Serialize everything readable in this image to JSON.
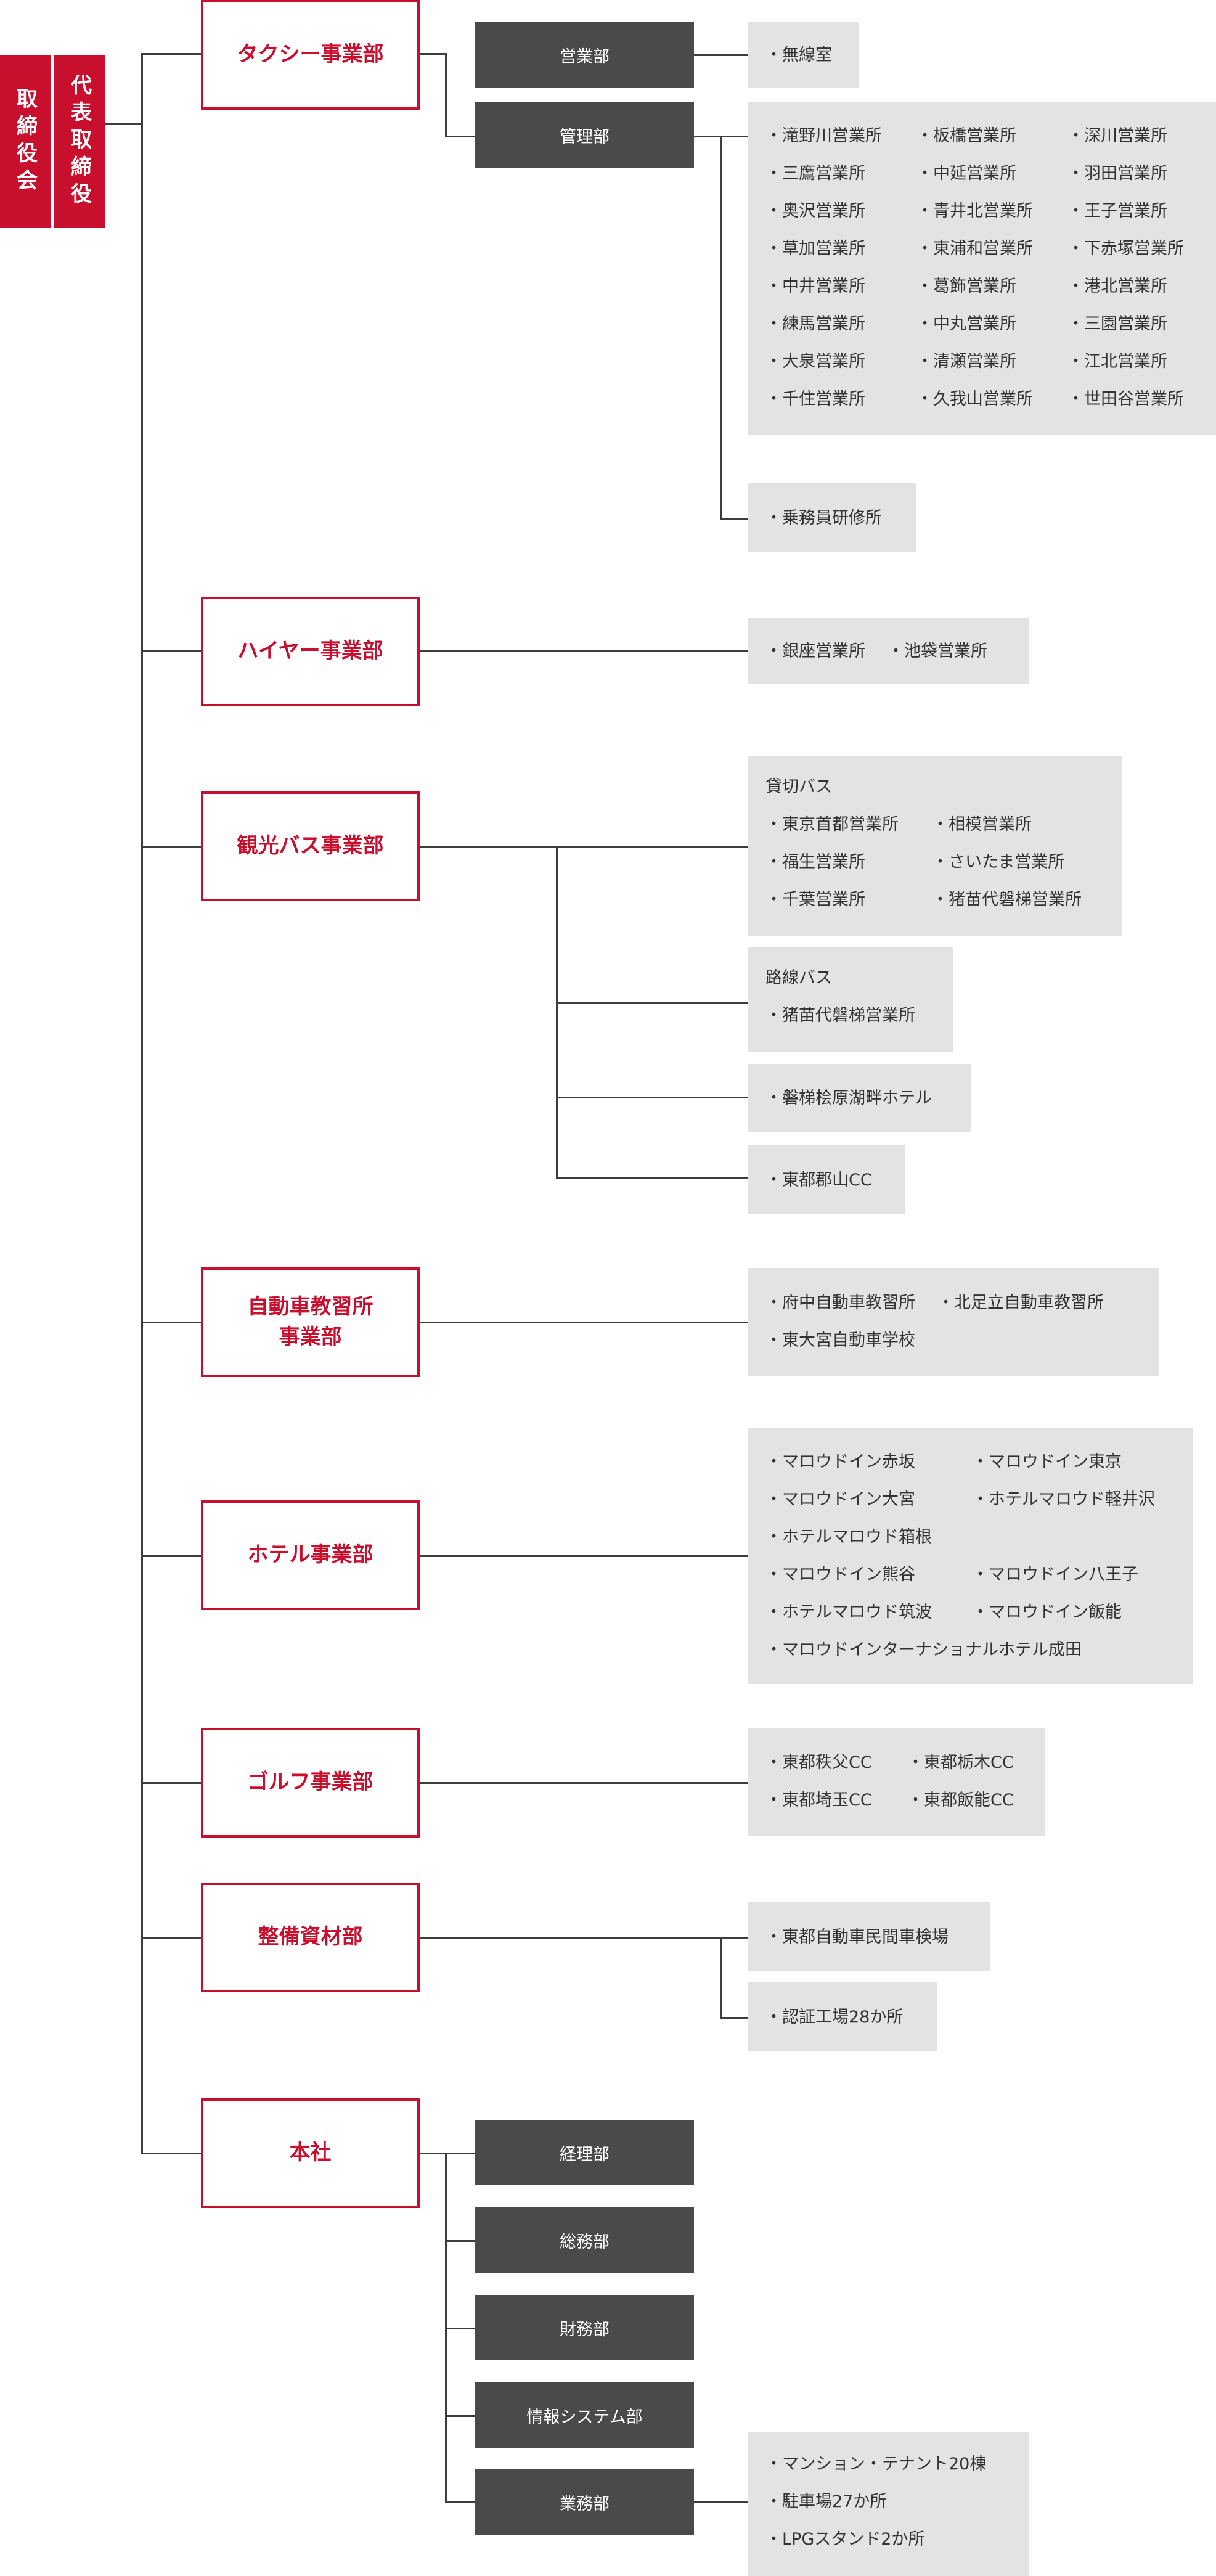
{
  "board": {
    "label": "取締役会"
  },
  "ceo": {
    "label": "代表取締役"
  },
  "taxi": {
    "label": "タクシー事業部",
    "eigyo": {
      "label": "営業部",
      "items": [
        "無線室"
      ]
    },
    "kanri": {
      "label": "管理部",
      "offices": [
        "滝野川営業所",
        "板橋営業所",
        "深川営業所",
        "三鷹営業所",
        "中延営業所",
        "羽田営業所",
        "奥沢営業所",
        "青井北営業所",
        "王子営業所",
        "草加営業所",
        "東浦和営業所",
        "下赤塚営業所",
        "中井営業所",
        "葛飾営業所",
        "港北営業所",
        "練馬営業所",
        "中丸営業所",
        "三園営業所",
        "大泉営業所",
        "清瀬営業所",
        "江北営業所",
        "千住営業所",
        "久我山営業所",
        "世田谷営業所"
      ],
      "training": [
        "乗務員研修所"
      ]
    }
  },
  "hire": {
    "label": "ハイヤー事業部",
    "items": [
      "銀座営業所",
      "池袋営業所"
    ]
  },
  "bus": {
    "label": "観光バス事業部",
    "charter": {
      "title": "貸切バス",
      "items": [
        "東京首都営業所",
        "相模営業所",
        "福生営業所",
        "さいたま営業所",
        "千葉営業所",
        "猪苗代磐梯営業所"
      ]
    },
    "route": {
      "title": "路線バス",
      "items": [
        "猪苗代磐梯営業所"
      ]
    },
    "hotel": {
      "items": [
        "磐梯桧原湖畔ホテル"
      ]
    },
    "golf": {
      "items": [
        "東都郡山CC"
      ]
    }
  },
  "school": {
    "label_line1": "自動車教習所",
    "label_line2": "事業部",
    "items": [
      "府中自動車教習所",
      "北足立自動車教習所",
      "東大宮自動車学校"
    ]
  },
  "hotels": {
    "label": "ホテル事業部",
    "items": [
      "マロウドイン赤坂",
      "マロウドイン東京",
      "マロウドイン大宮",
      "ホテルマロウド軽井沢",
      "ホテルマロウド箱根",
      "マロウドイン熊谷",
      "マロウドイン八王子",
      "ホテルマロウド筑波",
      "マロウドイン飯能",
      "マロウドインターナショナルホテル成田"
    ]
  },
  "golfdiv": {
    "label": "ゴルフ事業部",
    "items": [
      "東都秩父CC",
      "東都栃木CC",
      "東都埼玉CC",
      "東都飯能CC"
    ]
  },
  "maint": {
    "label": "整備資材部",
    "items": [
      "東都自動車民間車検場",
      "認証工場28か所"
    ]
  },
  "hq": {
    "label": "本社",
    "depts": [
      "経理部",
      "総務部",
      "財務部",
      "情報システム部",
      "業務部"
    ],
    "gyomu_items": [
      "マンション・テナント20棟",
      "駐車場27か所",
      "LPGスタンド2か所"
    ]
  }
}
